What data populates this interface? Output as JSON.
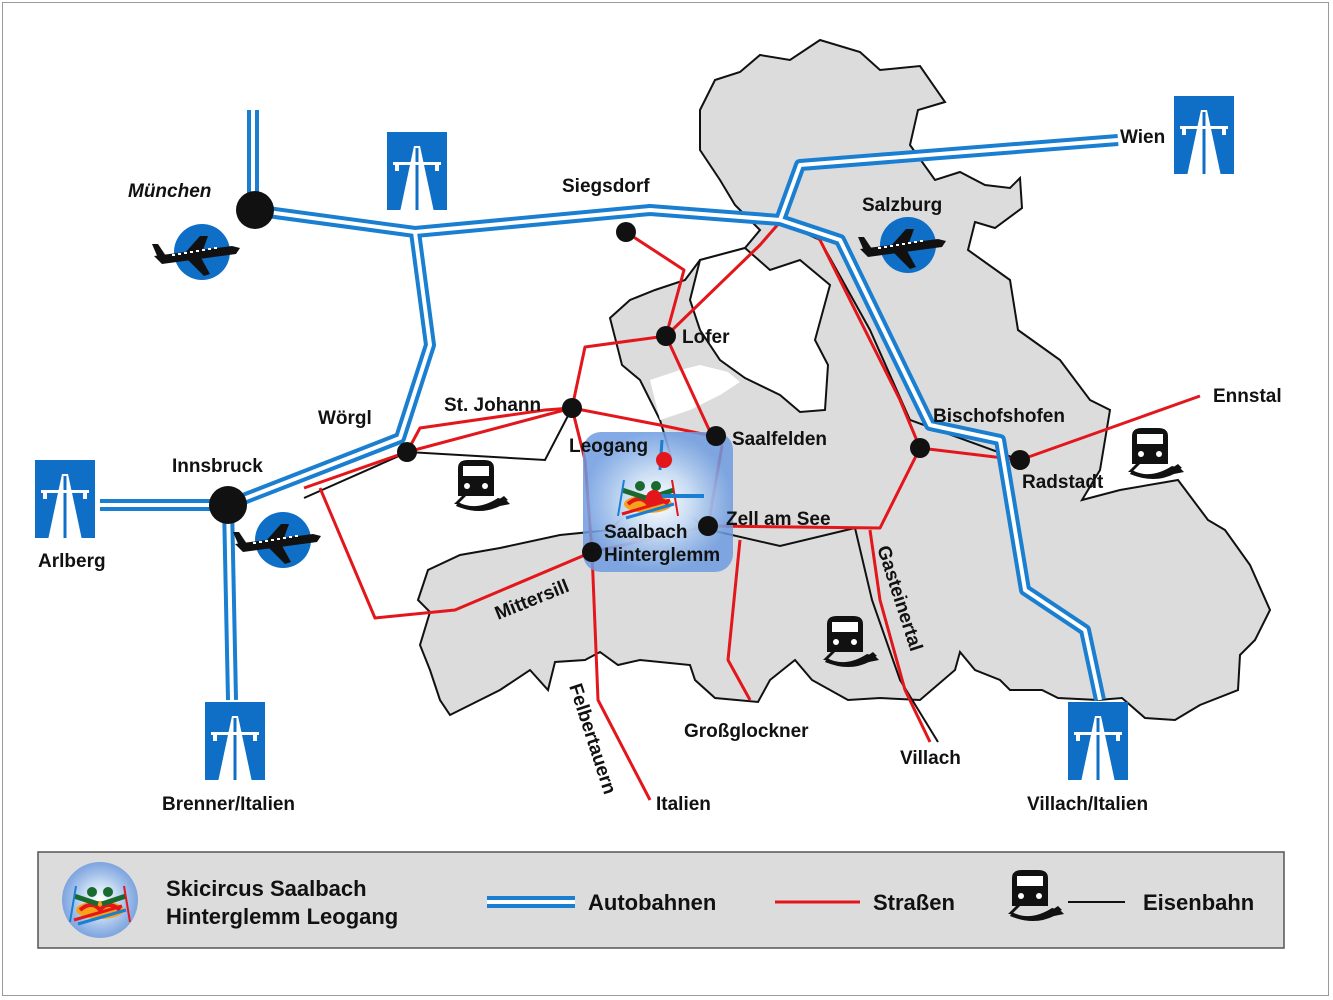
{
  "places": {
    "muenchen": "München",
    "siegsdorf": "Siegsdorf",
    "salzburg": "Salzburg",
    "wien": "Wien",
    "lofer": "Lofer",
    "st_johann": "St. Johann",
    "woergl": "Wörgl",
    "innsbruck": "Innsbruck",
    "arlberg": "Arlberg",
    "leogang": "Leogang",
    "saalfelden": "Saalfelden",
    "saalbach": "Saalbach",
    "hinterglemm": "Hinterglemm",
    "zell_am_see": "Zell am See",
    "mittersill": "Mittersill",
    "bischofshofen": "Bischofshofen",
    "radstadt": "Radstadt",
    "ennstal": "Ennstal",
    "gasteinertal": "Gasteinertal",
    "villach": "Villach",
    "grossglockner": "Großglockner",
    "felbertauern": "Felbertauern",
    "italien": "Italien",
    "brenner_italien": "Brenner/Italien",
    "villach_italien": "Villach/Italien"
  },
  "legend": {
    "skicircus_line1": "Skicircus Saalbach",
    "skicircus_line2": "Hinterglemm Leogang",
    "autobahnen": "Autobahnen",
    "strassen": "Straßen",
    "eisenbahn": "Eisenbahn"
  },
  "colors": {
    "autobahn": "#1a7fd0",
    "strasse": "#e3171b",
    "eisenbahn": "#111111",
    "region": "#dcdcdc",
    "legend_bg": "#dcdcdc",
    "sign_blue": "#0f6fc6"
  },
  "icons": {
    "motorway": "motorway-sign-icon",
    "airport": "airplane-icon",
    "train": "train-icon",
    "resort": "skicircus-logo-icon"
  }
}
